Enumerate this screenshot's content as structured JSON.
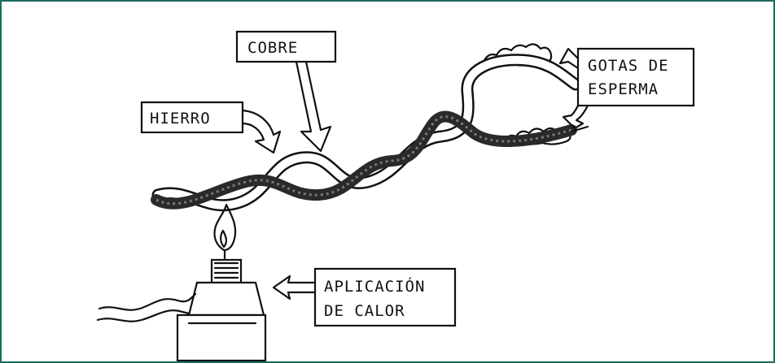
{
  "labels": {
    "copper": "COBRE",
    "iron": "HIERRO",
    "wax_line1": "GOTAS DE",
    "wax_line2": "ESPERMA",
    "heat_line1": "APLICACIÓN",
    "heat_line2": "DE CALOR"
  },
  "colors": {
    "border": "#1f6b5e",
    "ink": "#111111",
    "iron_wire": "#2a2a2a"
  }
}
